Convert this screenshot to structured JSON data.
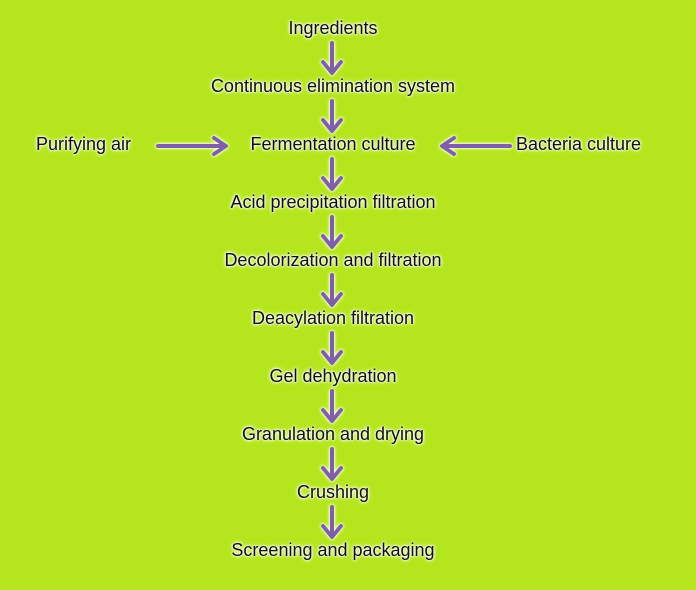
{
  "diagram": {
    "title": "",
    "steps": [
      "Ingredients",
      "Continuous elimination system",
      "Fermentation culture",
      "Acid precipitation filtration",
      "Decolorization and filtration",
      "Deacylation filtration",
      "Gel dehydration",
      "Granulation and drying",
      "Crushing",
      "Screening and packaging"
    ],
    "side_inputs": {
      "left": "Purifying air",
      "right": "Bacteria culture"
    },
    "colors": {
      "background": "#b5e61d",
      "arrow": "#7f5fa8",
      "text": "#111111"
    }
  }
}
